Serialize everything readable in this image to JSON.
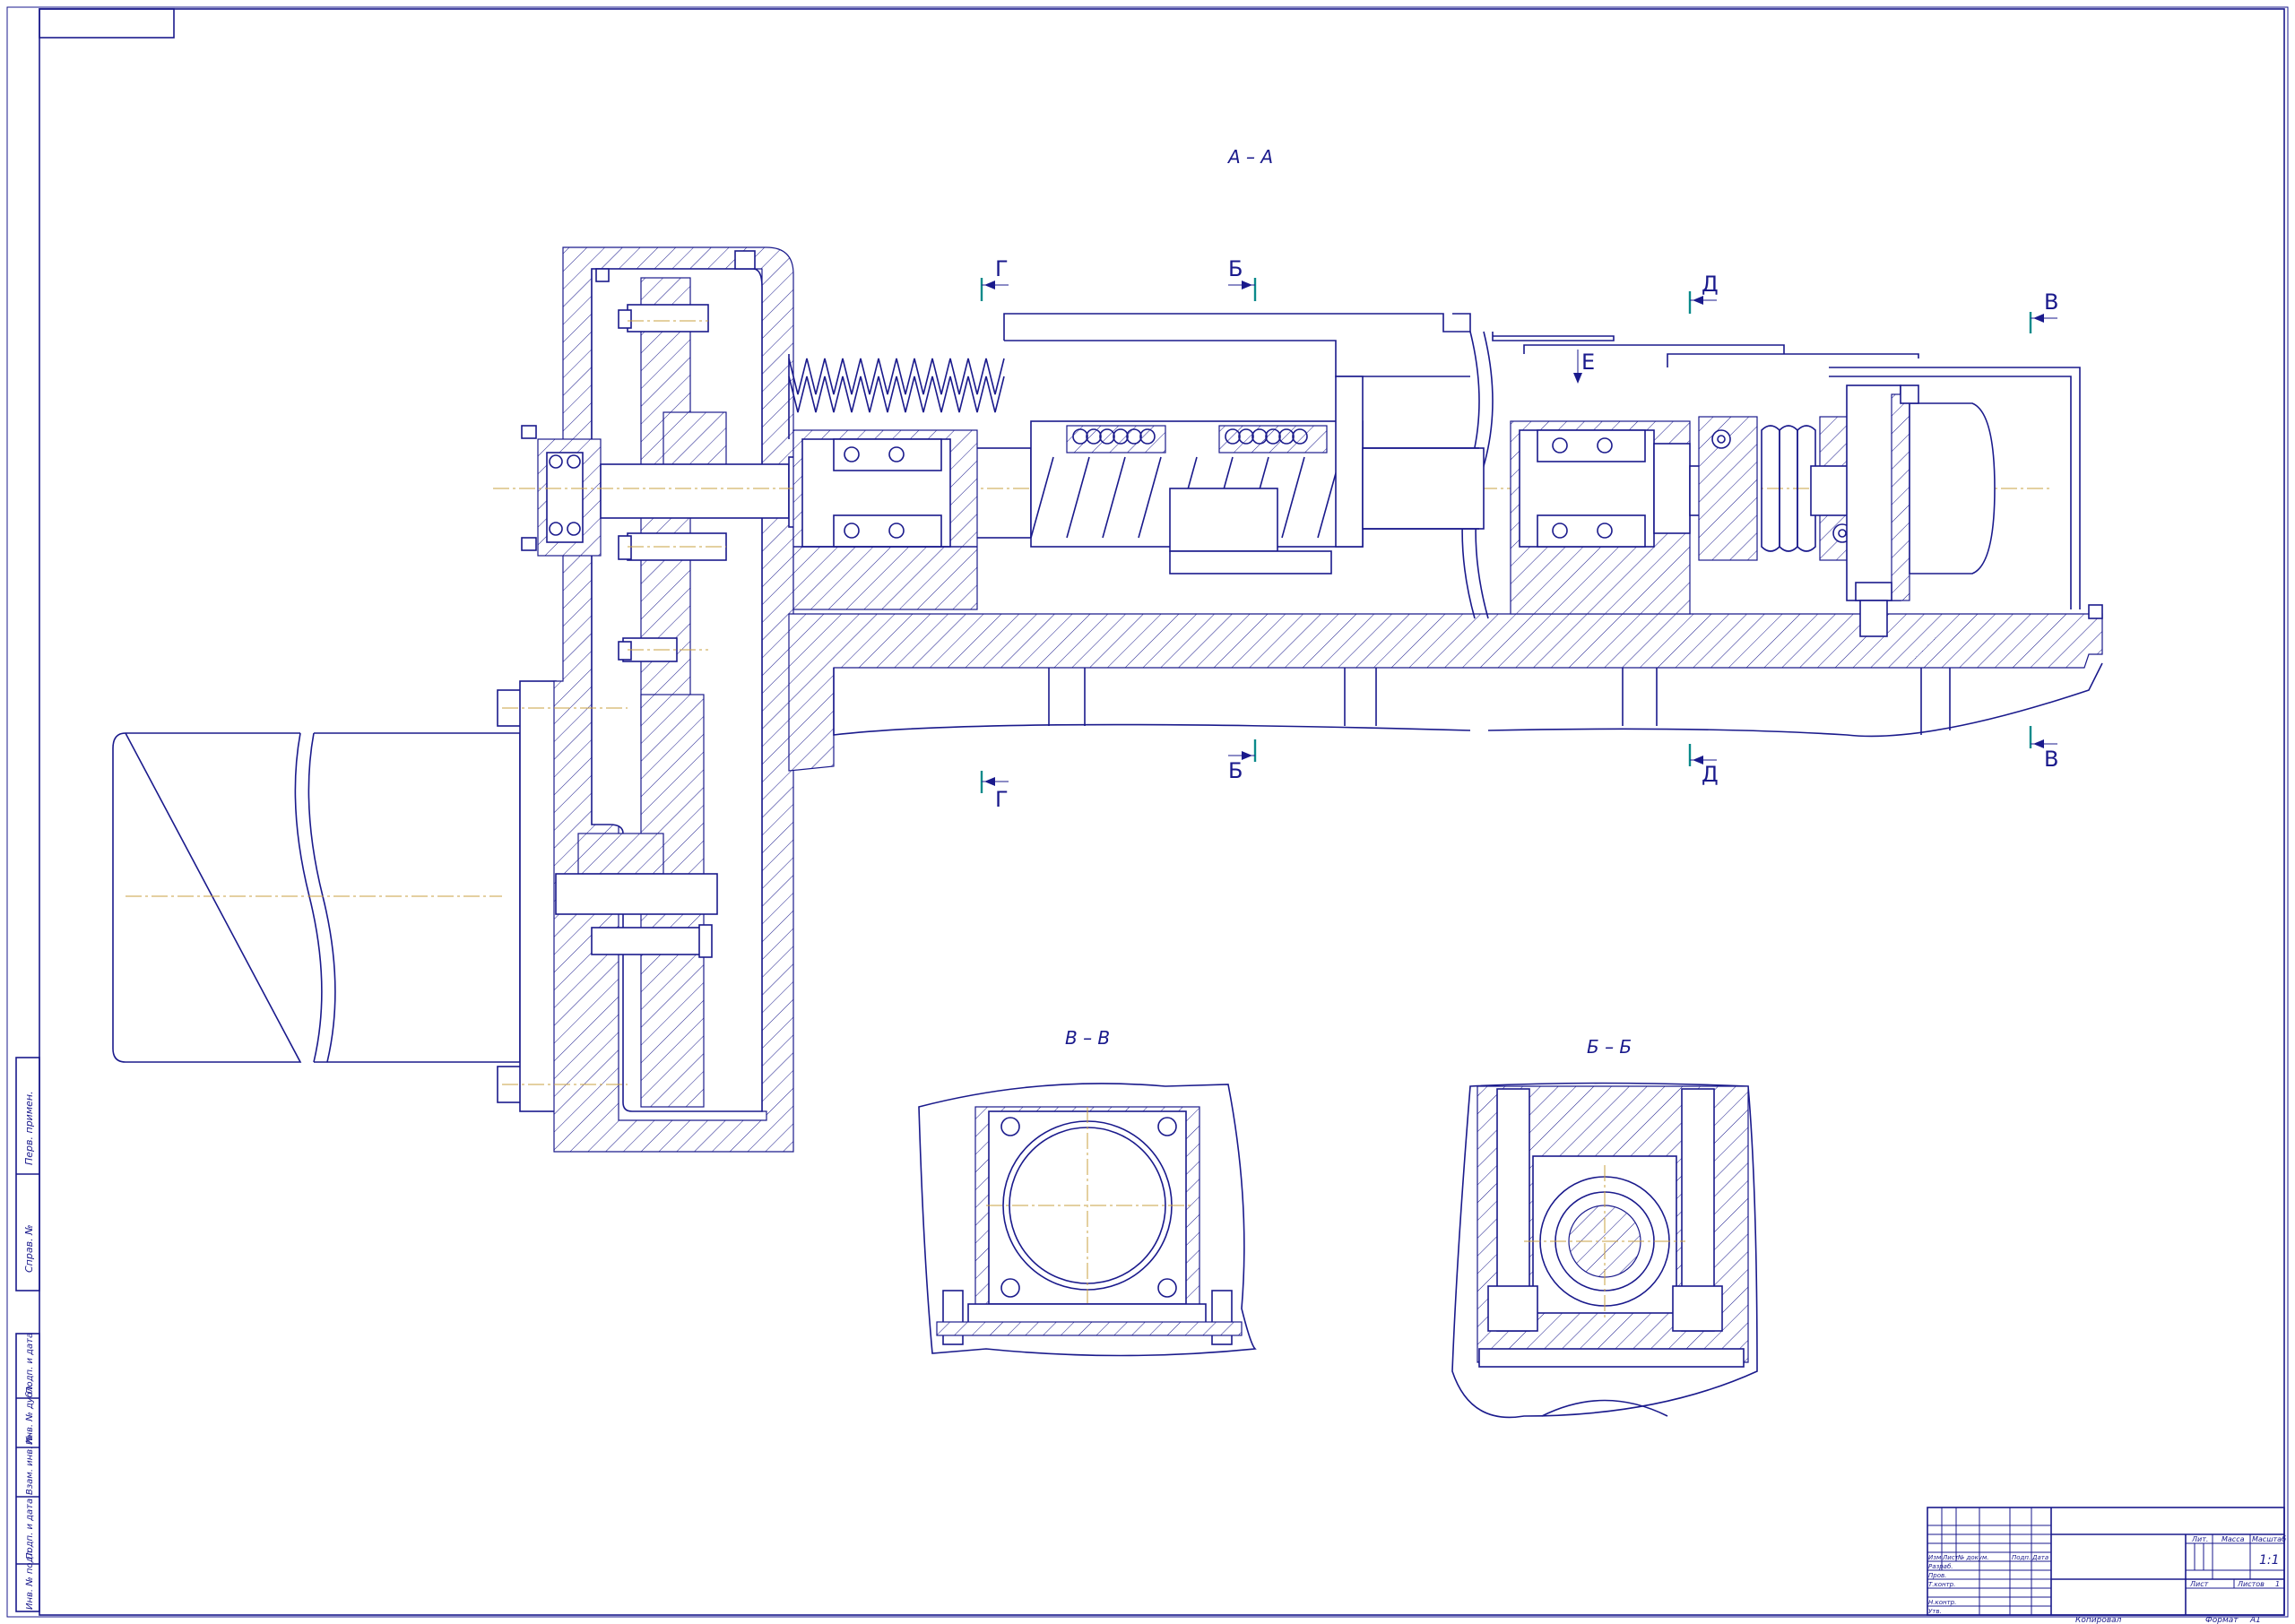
{
  "views": {
    "main_title": "А – А",
    "view_v_title": "В – В",
    "view_b_title": "Б – Б"
  },
  "section_marks": {
    "g_top": "Г",
    "g_bottom": "Г",
    "b_top": "Б",
    "b_bottom": "Б",
    "d_top": "Д",
    "d_bottom": "Д",
    "v_top": "В",
    "v_bottom": "В",
    "e_arrow": "Е"
  },
  "title_block": {
    "col_izm": "Изм.",
    "col_list": "Лист",
    "col_doc": "№ докум.",
    "col_sign": "Подп.",
    "col_date": "Дата",
    "row_razrab": "Разраб.",
    "row_prov": "Пров.",
    "row_tkontr": "Т.контр.",
    "row_nkontr": "Н.контр.",
    "row_utv": "Утв.",
    "lit": "Лит.",
    "massa": "Масса",
    "masshtab": "Масштаб",
    "scale_value": "1:1",
    "sheet": "Лист",
    "sheets": "Листов",
    "sheets_value": "1",
    "kopiroval": "Копировал",
    "format": "Формат",
    "format_value": "А1"
  },
  "side_stamp": {
    "perv_primen": "Перв. примен.",
    "sprav_no": "Справ. №",
    "podp_data_1": "Подп. и дата",
    "inv_dubl": "Инв. № дубл.",
    "vzam_inv": "Взам. инв. №",
    "podp_data_2": "Подп. и дата",
    "inv_podl": "Инв. № подл."
  },
  "colors": {
    "line": "#1a1a8c",
    "axis": "#c8a040",
    "cut": "#0a8a8a"
  }
}
